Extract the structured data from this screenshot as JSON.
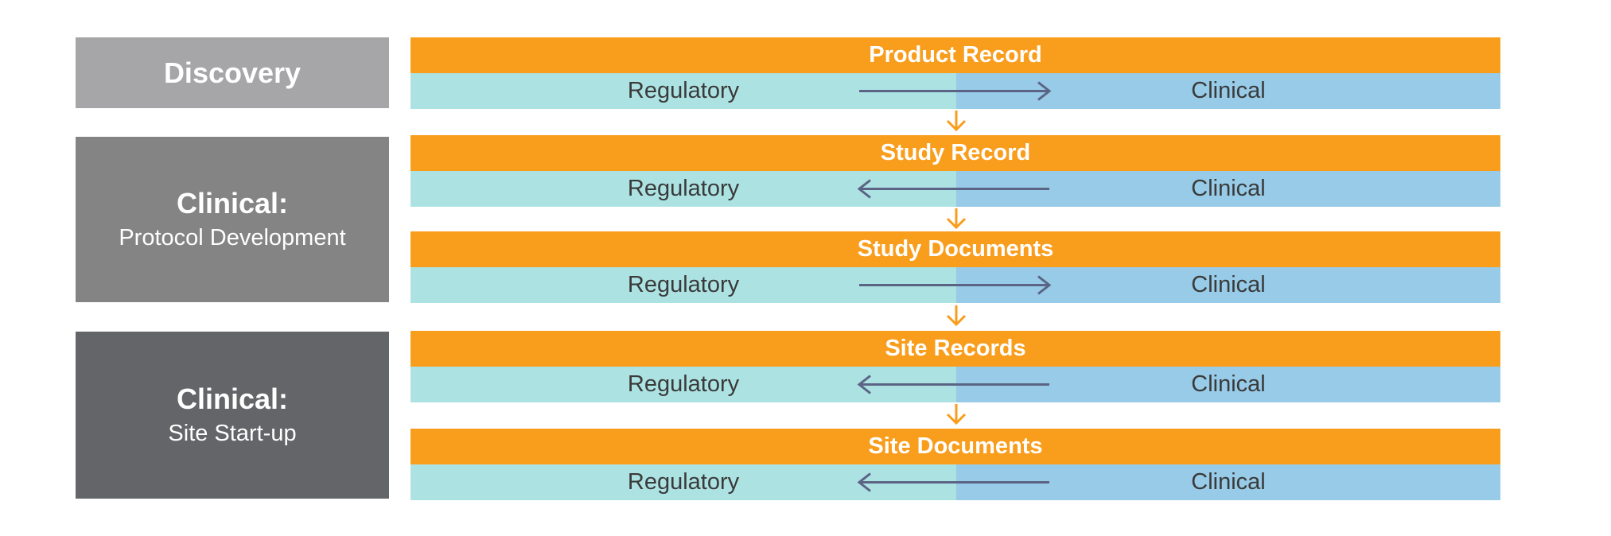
{
  "colors": {
    "phase_discovery": "#a6a5a7",
    "phase_protocol": "#848485",
    "phase_site": "#636568",
    "record_header": "#f99d1c",
    "regulatory_bg": "#ade2e3",
    "clinical_bg": "#97cbe7",
    "flow_arrow": "#5b6484",
    "connector_arrow": "#f99d1c"
  },
  "phases": [
    {
      "title": "Discovery",
      "subtitle": ""
    },
    {
      "title": "Clinical:",
      "subtitle": "Protocol Development"
    },
    {
      "title": "Clinical:",
      "subtitle": "Site Start-up"
    }
  ],
  "records": [
    {
      "name": "Product Record",
      "left_label": "Regulatory",
      "right_label": "Clinical",
      "direction": "right"
    },
    {
      "name": "Study Record",
      "left_label": "Regulatory",
      "right_label": "Clinical",
      "direction": "left"
    },
    {
      "name": "Study Documents",
      "left_label": "Regulatory",
      "right_label": "Clinical",
      "direction": "right"
    },
    {
      "name": "Site Records",
      "left_label": "Regulatory",
      "right_label": "Clinical",
      "direction": "left"
    },
    {
      "name": "Site Documents",
      "left_label": "Regulatory",
      "right_label": "Clinical",
      "direction": "left"
    }
  ]
}
